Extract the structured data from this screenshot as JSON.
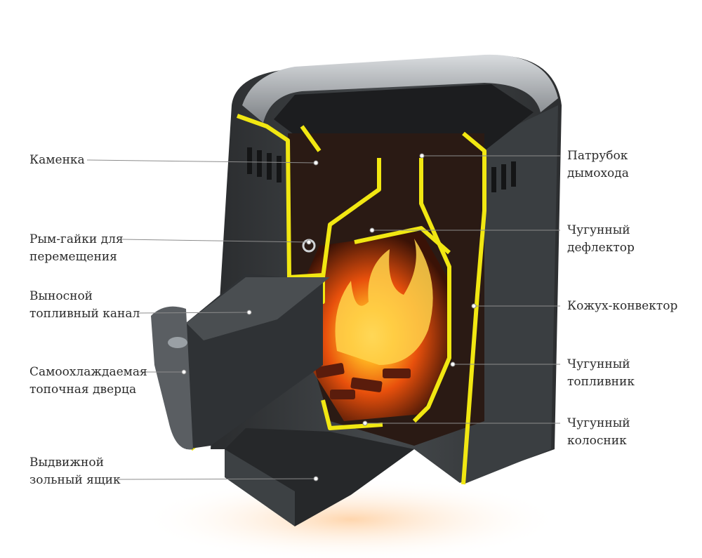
{
  "diagram": {
    "labels_left": [
      {
        "id": "kamenka",
        "lines": [
          "Каменка"
        ]
      },
      {
        "id": "rym",
        "lines": [
          "Рым-гайки для",
          "перемещения"
        ]
      },
      {
        "id": "kanal",
        "lines": [
          "Выносной",
          "топливный канал"
        ]
      },
      {
        "id": "dverca",
        "lines": [
          "Самоохлаждаемая",
          "топочная дверца"
        ]
      },
      {
        "id": "yashik",
        "lines": [
          "Выдвижной",
          "зольный ящик"
        ]
      }
    ],
    "labels_right": [
      {
        "id": "patrubok",
        "lines": [
          "Патрубок",
          "дымохода"
        ]
      },
      {
        "id": "deflektor",
        "lines": [
          "Чугунный",
          "дефлектор"
        ]
      },
      {
        "id": "kozhuh",
        "lines": [
          "Кожух-конвектор"
        ]
      },
      {
        "id": "toplivnik",
        "lines": [
          "Чугунный",
          "топливник"
        ]
      },
      {
        "id": "kolosnik",
        "lines": [
          "Чугунный",
          "колосник"
        ]
      }
    ],
    "colors": {
      "body": "#3a3d40",
      "body_dark": "#1f2123",
      "section": "#f1e712",
      "fire": "#ff7a12",
      "leader": "#8c8c8c"
    }
  }
}
